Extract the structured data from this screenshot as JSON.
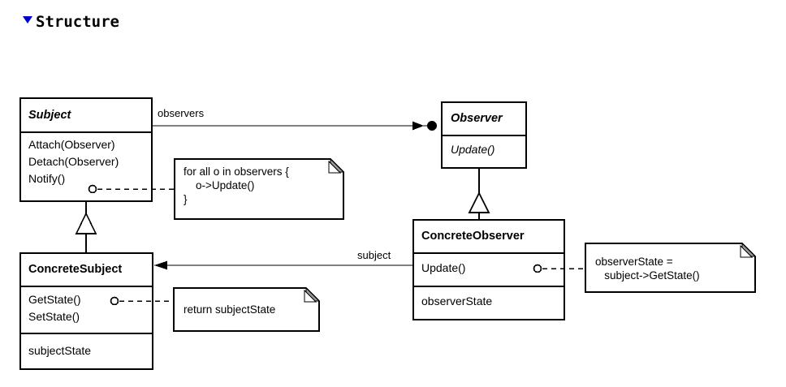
{
  "heading": {
    "bullet_icon": "triangle-down-icon",
    "label": "Structure",
    "bullet_color": "#0000cc"
  },
  "diagram": {
    "type": "uml-class-diagram",
    "pattern": "Observer",
    "stroke_color": "#000000",
    "fill_color": "#ffffff",
    "note_fold_color": "#999999",
    "classes": [
      {
        "id": "subject",
        "name": "Subject",
        "abstract": true,
        "operations": [
          "Attach(Observer)",
          "Detach(Observer)",
          "Notify()"
        ],
        "attributes": []
      },
      {
        "id": "observer",
        "name": "Observer",
        "abstract": true,
        "operations": [
          "Update()"
        ],
        "attributes": []
      },
      {
        "id": "concrete-subject",
        "name": "ConcreteSubject",
        "abstract": false,
        "operations": [
          "GetState()",
          "SetState()"
        ],
        "attributes": [
          "subjectState"
        ]
      },
      {
        "id": "concrete-observer",
        "name": "ConcreteObserver",
        "abstract": false,
        "operations": [
          "Update()"
        ],
        "attributes": [
          "observerState"
        ]
      }
    ],
    "associations": [
      {
        "id": "subject-observers",
        "label": "observers",
        "from": "subject",
        "to": "observer",
        "arrow": "filled-arrow-with-ball"
      },
      {
        "id": "observer-subject",
        "label": "subject",
        "from": "concrete-observer",
        "to": "concrete-subject",
        "arrow": "filled-arrow"
      }
    ],
    "generalizations": [
      {
        "id": "gen-concretesubject-subject",
        "child": "concrete-subject",
        "parent": "subject"
      },
      {
        "id": "gen-concreteobserver-observer",
        "child": "concrete-observer",
        "parent": "observer"
      }
    ],
    "notes": [
      {
        "id": "note-notify",
        "anchor": "Notify()",
        "lines": [
          "for all o in observers {",
          "    o->Update()",
          "}"
        ]
      },
      {
        "id": "note-getstate",
        "anchor": "GetState()",
        "lines": [
          "return subjectState"
        ]
      },
      {
        "id": "note-update",
        "anchor": "Update()",
        "lines": [
          "observerState =",
          "   subject->GetState()"
        ]
      }
    ]
  }
}
